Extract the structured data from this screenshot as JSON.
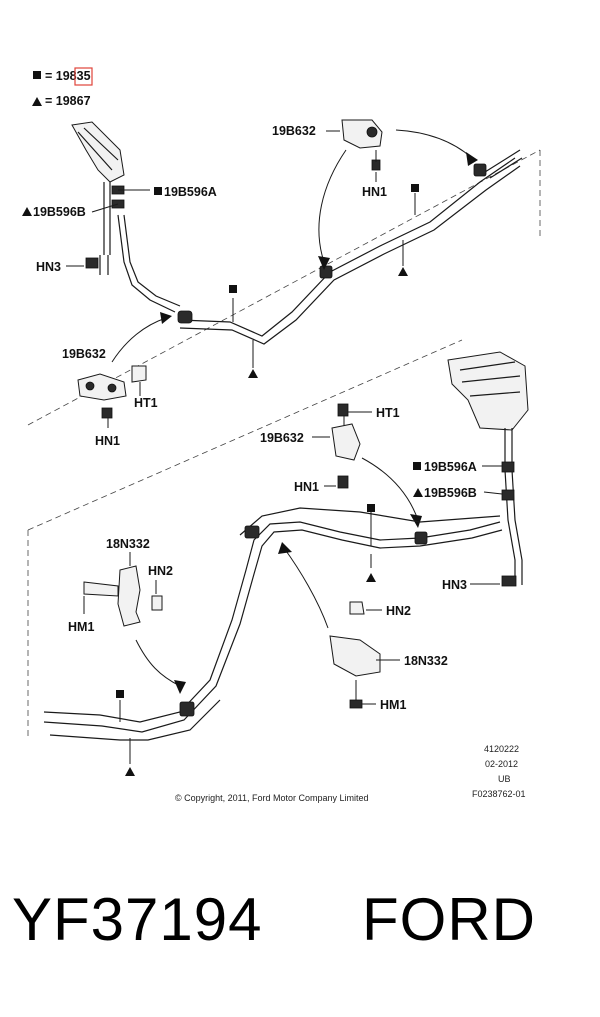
{
  "legend": {
    "square_value": "= 19835",
    "triangle_value": "= 19867"
  },
  "callouts": {
    "b632_top": "19B632",
    "hn1_top": "HN1",
    "b596a_left": "19B596A",
    "b596b_left": "19B596B",
    "hn3_left": "HN3",
    "b632_left": "19B632",
    "ht1_left": "HT1",
    "hn1_left": "HN1",
    "ht1_mid": "HT1",
    "b632_mid": "19B632",
    "hn1_mid": "HN1",
    "b596a_right": "19B596A",
    "b596b_right": "19B596B",
    "hn3_right": "HN3",
    "n332_left": "18N332",
    "hn2_left": "HN2",
    "hm1_left": "HM1",
    "hn2_right": "HN2",
    "n332_right": "18N332",
    "hm1_right": "HM1"
  },
  "meta": {
    "line1": "4120222",
    "line2": "02-2012",
    "line3": "UB",
    "line4": "F0238762-01",
    "copyright": "© Copyright, 2011, Ford Motor Company Limited"
  },
  "footer": {
    "part_number": "YF37194",
    "brand": "FORD"
  },
  "colors": {
    "highlight_box": "#e0443a",
    "ink": "#111111"
  }
}
